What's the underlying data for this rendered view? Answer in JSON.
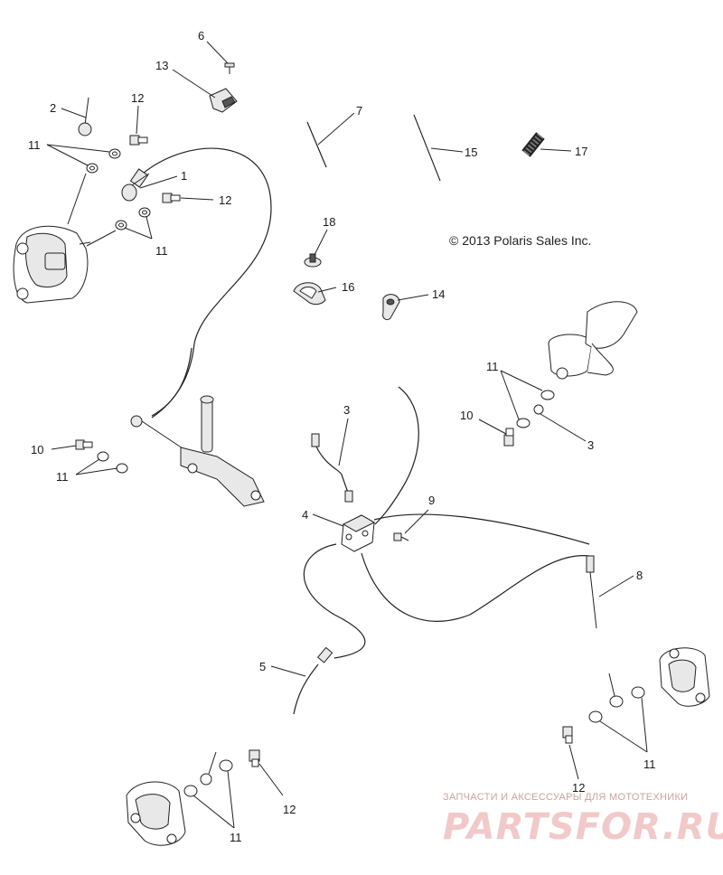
{
  "copyright": "© 2013 Polaris Sales Inc.",
  "watermark": {
    "tagline": "ЗАПЧАСТИ И АКСЕССУАРЫ ДЛЯ МОТОТЕХНИКИ",
    "brand": "PARTSFOR.RU"
  },
  "callouts": {
    "c1": "1",
    "c2": "2",
    "c3a": "3",
    "c3b": "3",
    "c4": "4",
    "c5": "5",
    "c6": "6",
    "c7": "7",
    "c8": "8",
    "c9": "9",
    "c10a": "10",
    "c10b": "10",
    "c11a": "11",
    "c11b": "11",
    "c11c": "11",
    "c11d": "11",
    "c11e": "11",
    "c11f": "11",
    "c12a": "12",
    "c12b": "12",
    "c12c": "12",
    "c12d": "12",
    "c13": "13",
    "c14": "14",
    "c15": "15",
    "c16": "16",
    "c17": "17",
    "c18": "18"
  }
}
